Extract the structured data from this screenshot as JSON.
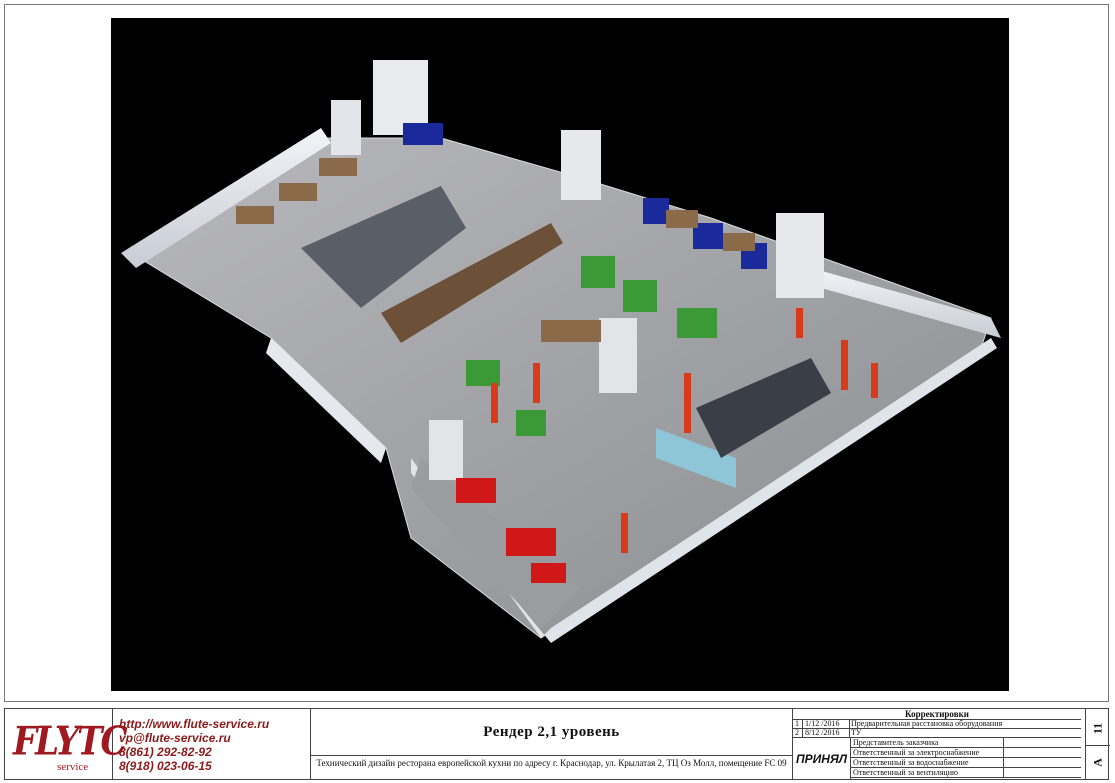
{
  "logo": {
    "main": "FLYTC",
    "sub": "service"
  },
  "contacts": {
    "url": "http://www.flute-service.ru",
    "email": "vp@flute-service.ru",
    "phone1": "8(861) 292-82-92",
    "phone2": "8(918) 023-06-15"
  },
  "drawing": {
    "title": "Рендер 2,1 уровень",
    "description": "Технический дизайн ресторана европейской кухни по адресу г. Краснодар, ул. Крылатая 2, ТЦ Оз Молл, помещение FC 09"
  },
  "revisions": {
    "header": "Корректировки",
    "rows": [
      {
        "no": "1",
        "date": "1/12 /2016",
        "text": "Предварительная расстановка оборудования"
      },
      {
        "no": "2",
        "date": "8/12 /2016",
        "text": "ТУ"
      }
    ]
  },
  "approval": {
    "label": "ПРИНЯЛ",
    "rows": [
      "Представитель заказчика",
      "Ответственный за электроснабжение",
      "Ответственный за водоснабжение",
      "Ответственный за вентиляцию"
    ]
  },
  "sheet": {
    "number": "11",
    "format": "A"
  },
  "colors": {
    "brand": "#a01820",
    "contact": "#8c1a1a",
    "render_bg": "#000000"
  }
}
